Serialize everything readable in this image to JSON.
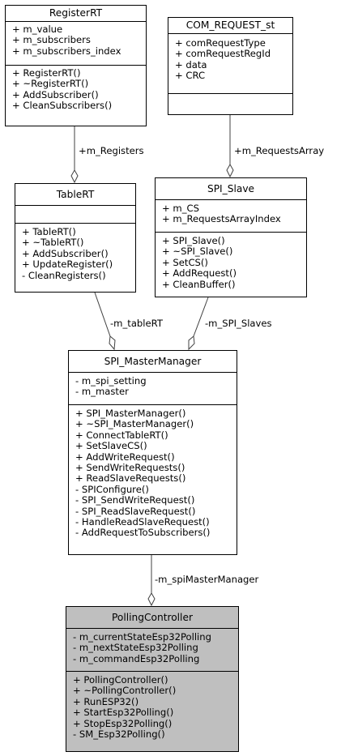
{
  "classes": {
    "registerrt": {
      "name": "RegisterRT",
      "attributes": [
        "+ m_value",
        "+ m_subscribers",
        "+ m_subscribers_index"
      ],
      "operations": [
        "+ RegisterRT()",
        "+ ~RegisterRT()",
        "+ AddSubscriber()",
        "+ CleanSubscribers()"
      ]
    },
    "com_request": {
      "name": "COM_REQUEST_st",
      "attributes": [
        "+ comRequestType",
        "+ comRequestRegId",
        "+ data",
        "+ CRC"
      ],
      "operations": []
    },
    "tablert": {
      "name": "TableRT",
      "attributes": [],
      "operations": [
        "+ TableRT()",
        "+ ~TableRT()",
        "+ AddSubscriber()",
        "+ UpdateRegister()",
        "- CleanRegisters()"
      ]
    },
    "spi_slave": {
      "name": "SPI_Slave",
      "attributes": [
        "+ m_CS",
        "+ m_RequestsArrayIndex"
      ],
      "operations": [
        "+ SPI_Slave()",
        "+ ~SPI_Slave()",
        "+ SetCS()",
        "+ AddRequest()",
        "+ CleanBuffer()"
      ]
    },
    "spi_master": {
      "name": "SPI_MasterManager",
      "attributes": [
        "- m_spi_setting",
        "- m_master"
      ],
      "operations": [
        "+ SPI_MasterManager()",
        "+ ~SPI_MasterManager()",
        "+ ConnectTableRT()",
        "+ SetSlaveCS()",
        "+ AddWriteRequest()",
        "+ SendWriteRequests()",
        "+ ReadSlaveRequests()",
        "- SPIConfigure()",
        "- SPI_SendWriteRequest()",
        "- SPI_ReadSlaveRequest()",
        "- HandleReadSlaveRequest()",
        "- AddRequestToSubscribers()"
      ]
    },
    "polling": {
      "name": "PollingController",
      "attributes": [
        "- m_currentStateEsp32Polling",
        "- m_nextStateEsp32Polling",
        "- m_commandEsp32Polling"
      ],
      "operations": [
        "+ PollingController()",
        "+ ~PollingController()",
        "+ RunESP32()",
        "+ StartEsp32Polling()",
        "+ StopEsp32Polling()",
        "- SM_Esp32Polling()"
      ]
    }
  },
  "edges": {
    "registers": "+m_Registers",
    "requests_array": "+m_RequestsArray",
    "table_rt": "-m_tableRT",
    "spi_slaves": "-m_SPI_Slaves",
    "spi_master_manager": "-m_spiMasterManager"
  },
  "colors": {
    "highlight": "#bfbfbf",
    "line": "#404040"
  }
}
